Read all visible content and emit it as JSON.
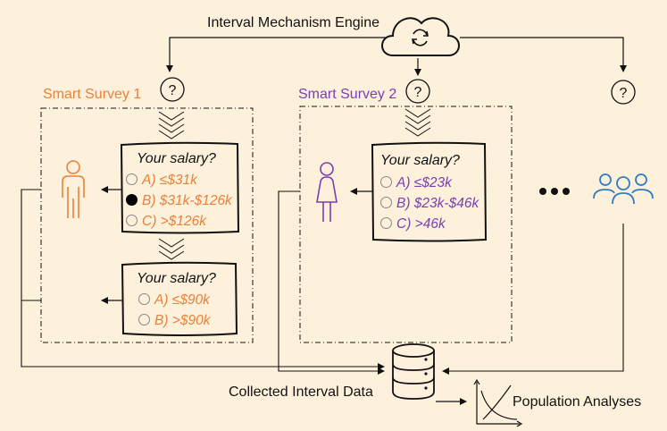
{
  "engine": {
    "title": "Interval Mechanism Engine"
  },
  "colors": {
    "orange": "#e8823a",
    "purple": "#7a3fb0",
    "blue": "#2e7cc4",
    "bg": "#fdf1dc"
  },
  "survey1": {
    "title": "Smart Survey 1",
    "card1": {
      "question": "Your salary?",
      "options": [
        {
          "label": "A) ≤$31k",
          "selected": false
        },
        {
          "label": "B) $31k-$126k",
          "selected": true
        },
        {
          "label": "C) >$126k",
          "selected": false
        }
      ]
    },
    "card2": {
      "question": "Your salary?",
      "options": [
        {
          "label": "A) ≤$90k",
          "selected": false
        },
        {
          "label": "B) >$90k",
          "selected": false
        }
      ]
    }
  },
  "survey2": {
    "title": "Smart Survey 2",
    "card1": {
      "question": "Your salary?",
      "options": [
        {
          "label": "A) ≤$23k",
          "selected": false
        },
        {
          "label": "B) $23k-$46k",
          "selected": false
        },
        {
          "label": "C) >46k",
          "selected": false
        }
      ]
    }
  },
  "icons": {
    "cloud": "cloud-sync-icon",
    "question": "question-circle-icon",
    "person_male": "person-icon",
    "person_female": "person-female-icon",
    "group": "people-group-icon",
    "database": "database-icon",
    "chart": "curve-chart-icon",
    "ellipsis": "ellipsis-icon"
  },
  "footer": {
    "collected": "Collected Interval Data",
    "analyses": "Population Analyses"
  }
}
